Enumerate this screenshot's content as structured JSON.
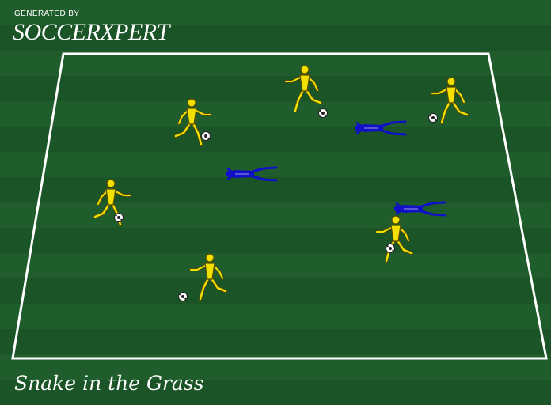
{
  "logo": {
    "prefix": "GENERATED BY",
    "name": "SOCCERXPERT"
  },
  "title": "Snake in the Grass",
  "colors": {
    "pitch": "#1f5e2c",
    "line": "#ffffff",
    "player_fill": "#f2e000",
    "player_outline": "#5a4a00",
    "snake": "#1010c8",
    "ball": "#ffffff"
  },
  "elements": {
    "players": [
      {
        "id": "player-1",
        "role": "dribbler",
        "ball": true
      },
      {
        "id": "player-2",
        "role": "dribbler",
        "ball": true
      },
      {
        "id": "player-3",
        "role": "dribbler",
        "ball": true
      },
      {
        "id": "player-4",
        "role": "dribbler",
        "ball": true
      },
      {
        "id": "player-5",
        "role": "dribbler",
        "ball": true
      },
      {
        "id": "player-6",
        "role": "dribbler",
        "ball": true
      }
    ],
    "snakes": [
      {
        "id": "snake-1",
        "role": "defender",
        "posture": "lying"
      },
      {
        "id": "snake-2",
        "role": "defender",
        "posture": "lying"
      },
      {
        "id": "snake-3",
        "role": "defender",
        "posture": "lying"
      }
    ]
  }
}
